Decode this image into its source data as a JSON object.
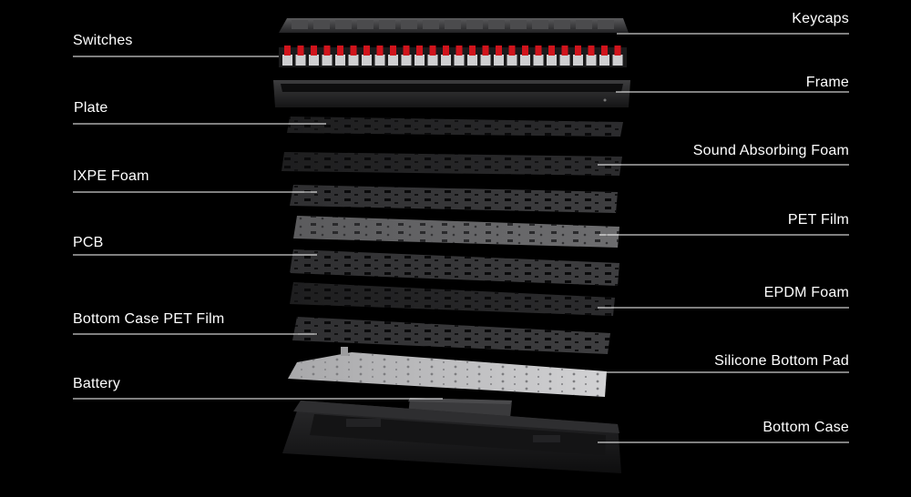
{
  "callouts": {
    "left": [
      {
        "id": "switches",
        "label": "Switches"
      },
      {
        "id": "plate",
        "label": "Plate"
      },
      {
        "id": "ixpe_foam",
        "label": "IXPE Foam"
      },
      {
        "id": "pcb",
        "label": "PCB"
      },
      {
        "id": "bottom_case_pet_film",
        "label": "Bottom Case PET Film"
      },
      {
        "id": "battery",
        "label": "Battery"
      }
    ],
    "right": [
      {
        "id": "keycaps",
        "label": "Keycaps"
      },
      {
        "id": "frame",
        "label": "Frame"
      },
      {
        "id": "sound_absorbing_foam",
        "label": "Sound Absorbing Foam"
      },
      {
        "id": "pet_film",
        "label": "PET Film"
      },
      {
        "id": "epdm_foam",
        "label": "EPDM Foam"
      },
      {
        "id": "silicone_bottom_pad",
        "label": "Silicone Bottom Pad"
      },
      {
        "id": "bottom_case",
        "label": "Bottom Case"
      }
    ]
  },
  "colors": {
    "background": "#000000",
    "text": "#ffffff",
    "leader_line": "#ffffff",
    "switch_stem": "#d0141c",
    "keycap": "#3a3a3c"
  }
}
